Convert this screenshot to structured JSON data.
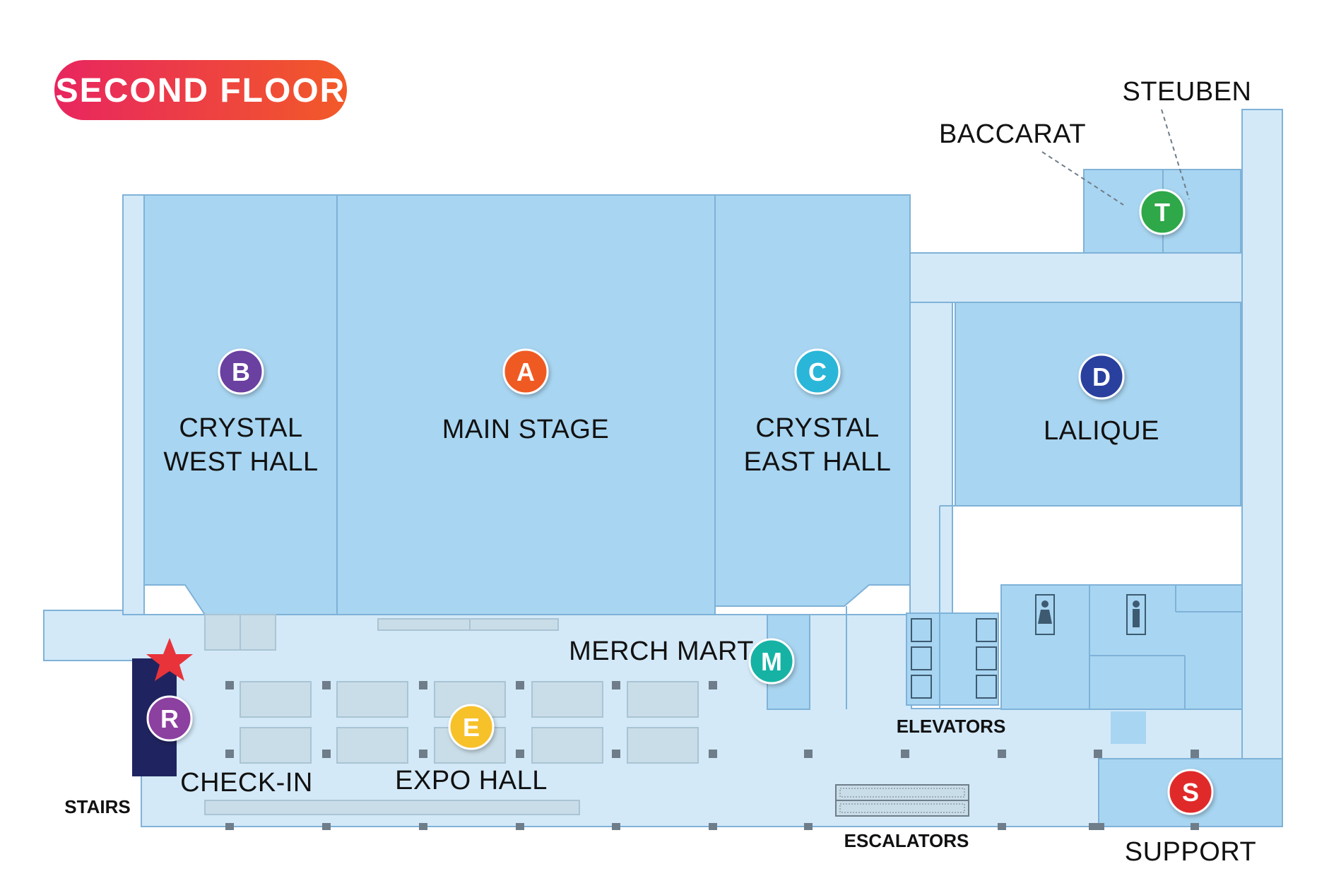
{
  "floor_badge": {
    "label": "SECOND FLOOR",
    "gradient_start": "#e8255f",
    "gradient_end": "#f25a28"
  },
  "colors": {
    "corridor": "#d3e9f8",
    "room": "#a8d5f1",
    "wall": "#7fb2d8",
    "booth": "#c9dde8",
    "pillar": "#6e7d89",
    "registration": "#1f2460",
    "star": "#e8333a"
  },
  "rooms": {
    "west_hall": [
      "CRYSTAL",
      "WEST HALL"
    ],
    "main_stage": "MAIN STAGE",
    "east_hall": [
      "CRYSTAL",
      "EAST HALL"
    ],
    "lalique": "LALIQUE",
    "baccarat": "BACCARAT",
    "steuben": "STEUBEN",
    "merch_mart": "MERCH MART",
    "check_in": "CHECK-IN",
    "expo_hall": "EXPO HALL",
    "support": "SUPPORT",
    "stairs": "STAIRS",
    "elevators": "ELEVATORS",
    "escalators": "ESCALATORS"
  },
  "pins": {
    "A": {
      "letter": "A",
      "color": "#ef5a24"
    },
    "B": {
      "letter": "B",
      "color": "#6a3fa0"
    },
    "C": {
      "letter": "C",
      "color": "#29b6d9"
    },
    "D": {
      "letter": "D",
      "color": "#2c3f9e"
    },
    "T": {
      "letter": "T",
      "color": "#2ea84a"
    },
    "M": {
      "letter": "M",
      "color": "#14b3a5"
    },
    "R": {
      "letter": "R",
      "color": "#8c3fa0"
    },
    "E": {
      "letter": "E",
      "color": "#f7c12b"
    },
    "S": {
      "letter": "S",
      "color": "#e02b2b"
    }
  }
}
